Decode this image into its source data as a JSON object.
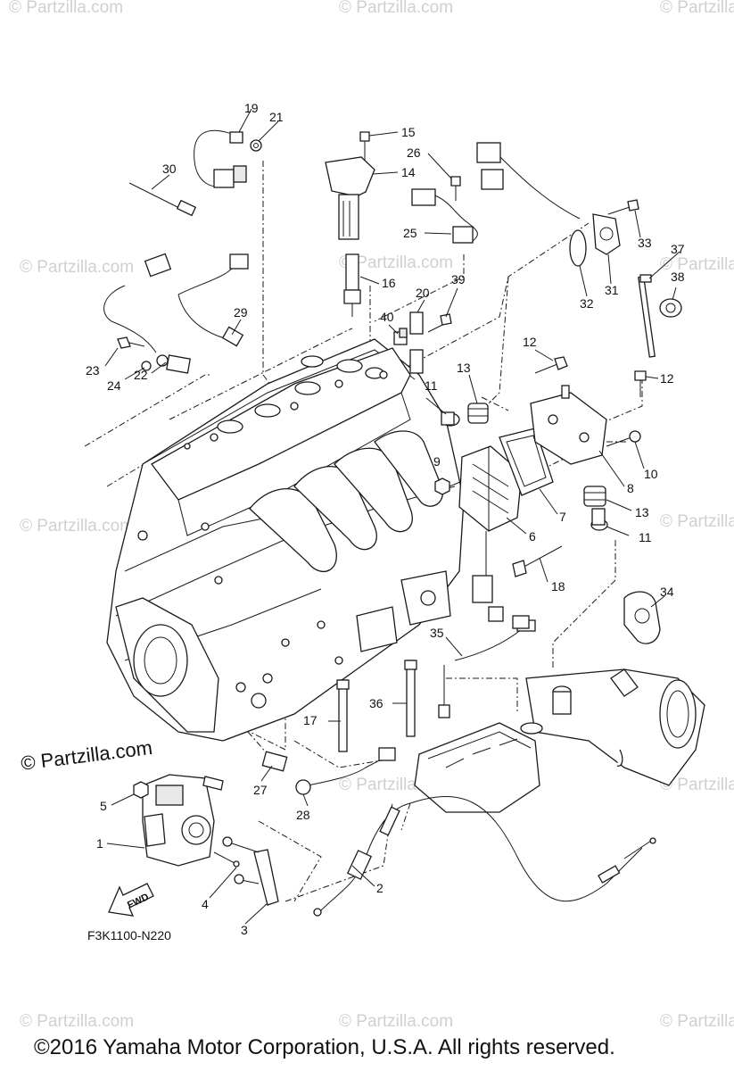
{
  "diagram": {
    "code": "F3K1100-N220",
    "fwd_label": "FWD",
    "watermark_main": "© Partzilla.com",
    "watermark_faint": "© Partzilla.com",
    "copyright": "©2016  Yamaha Motor Corporation, U.S.A. All rights reserved."
  },
  "callouts": {
    "c1": "1",
    "c2": "2",
    "c3": "3",
    "c4": "4",
    "c5": "5",
    "c6": "6",
    "c7": "7",
    "c8": "8",
    "c9": "9",
    "c10": "10",
    "c11a": "11",
    "c11b": "11",
    "c12a": "12",
    "c12b": "12",
    "c13a": "13",
    "c13b": "13",
    "c14": "14",
    "c15": "15",
    "c16": "16",
    "c17": "17",
    "c18": "18",
    "c19": "19",
    "c20": "20",
    "c21": "21",
    "c22": "22",
    "c23": "23",
    "c24": "24",
    "c25": "25",
    "c26": "26",
    "c27": "27",
    "c28": "28",
    "c29": "29",
    "c30": "30",
    "c31": "31",
    "c32": "32",
    "c33": "33",
    "c34": "34",
    "c35": "35",
    "c36": "36",
    "c37": "37",
    "c38": "38",
    "c39": "39",
    "c40": "40"
  }
}
